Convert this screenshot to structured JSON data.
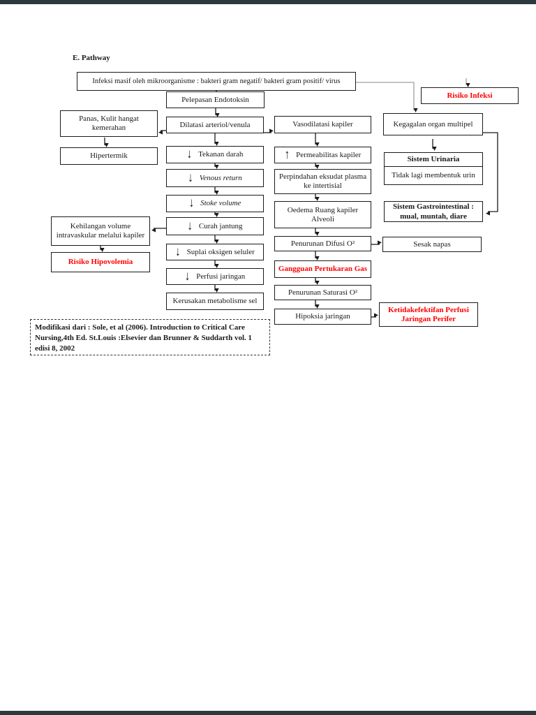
{
  "page": {
    "heading": "E. Pathway"
  },
  "diagram": {
    "glyphs": {
      "down": "↓",
      "up": "↑"
    },
    "nodes": {
      "infeksi": "Infeksi masif oleh mikroorganisme : bakteri gram negatif/ bakteri gram positif/ virus",
      "pelepasan": "Pelepasan Endotoksin",
      "panas": "Panas, Kulit hangat kemerahan",
      "dilatasi": "Dilatasi arteriol/venula",
      "vasodilatasi": "Vasodilatasi kapiler",
      "hipertermik": "Hipertermik",
      "tekanan": "Tekanan darah",
      "venous": "Venous return",
      "stoke": "Stoke volume",
      "curah": "Curah jantung",
      "suplai": "Suplai oksigen seluler",
      "perfusi": "Perfusi jaringan",
      "kerusakan": "Kerusakan metabolisme sel",
      "kehilangan": "Kehilangan volume intravaskular melalui kapiler",
      "risiko_hipovolemia": "Risiko Hipovolemia",
      "permeabilitas": "Permeabilitas kapiler",
      "perpindahan": "Perpindahan eksudat plasma ke intertisial",
      "oedema": "Oedema Ruang kapiler Alveoli",
      "difusi": "Penurunan Difusi O²",
      "sesak": "Sesak napas",
      "gangguan": "Gangguan Pertukaran Gas",
      "saturasi": "Penurunan Saturasi O²",
      "hipoksia": "Hipoksia jaringan",
      "ketidakefektifan": "Ketidakefektifan Perfusi Jaringan Perifer",
      "risiko_infeksi": "Risiko Infeksi",
      "kegagalan": "Kegagalan organ multipel",
      "urinaria_title": "Sistem Urinaria",
      "urinaria_body": "Tidak lagi membentuk urin",
      "gastro_line1": "Sistem Gastrointestinal :",
      "gastro_line2": "mual, muntah, diare"
    },
    "citation": "Modifikasi dari : Sole, et al (2006). Introduction to Critical Care Nursing,4th Ed. St.Louis :Elsevier dan Brunner & Suddarth vol. 1 edisi 8, 2002",
    "colors": {
      "alert_red": "#ff0000",
      "box_border": "#1a1a1a",
      "connector_gray": "#9aa0a3",
      "viewer_bar": "#2c3a40"
    }
  }
}
